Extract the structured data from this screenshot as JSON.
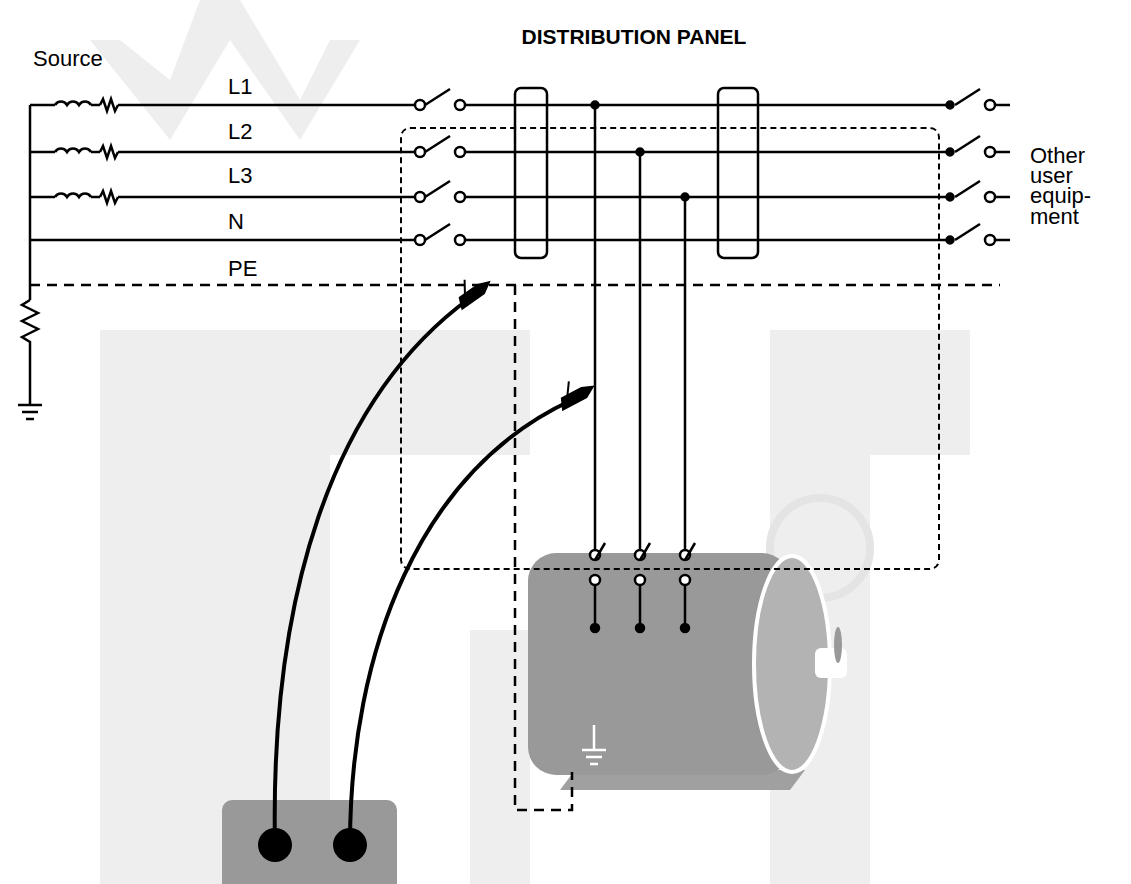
{
  "diagram": {
    "nodes": [
      {
        "text": [
          "DISTRIBUTION PANEL"
        ]
      }
    ],
    "labels": [
      "Source",
      "L1",
      "L2",
      "L3",
      "N",
      "PE",
      "Other user equip- ment"
    ]
  }
}
